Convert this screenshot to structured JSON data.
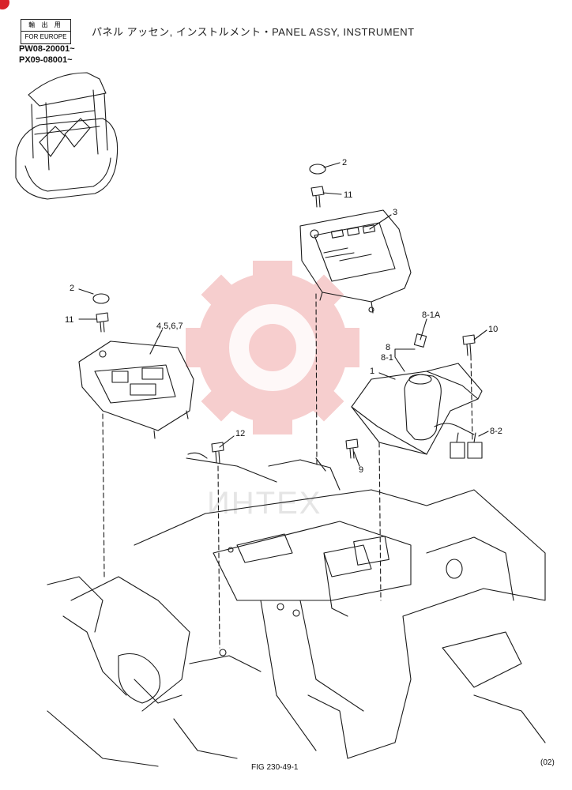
{
  "header": {
    "export_label_jp": "輸 出 用",
    "export_label_en": "FOR EUROPE",
    "title": "パネル アッセン, インストルメント・PANEL ASSY, INSTRUMENT",
    "serials": [
      "PW08-20001~",
      "PX09-08001~"
    ]
  },
  "callouts": [
    {
      "id": "c2a",
      "text": "2"
    },
    {
      "id": "c11a",
      "text": "11"
    },
    {
      "id": "c3",
      "text": "3"
    },
    {
      "id": "c2b",
      "text": "2"
    },
    {
      "id": "c11b",
      "text": "11"
    },
    {
      "id": "c4567",
      "text": "4,5,6,7"
    },
    {
      "id": "c81a",
      "text": "8-1A"
    },
    {
      "id": "c8",
      "text": "8"
    },
    {
      "id": "c81",
      "text": "8-1"
    },
    {
      "id": "c10",
      "text": "10"
    },
    {
      "id": "c1",
      "text": "1"
    },
    {
      "id": "c82",
      "text": "8-2"
    },
    {
      "id": "c12",
      "text": "12"
    },
    {
      "id": "c9",
      "text": "9"
    }
  ],
  "watermark": "ИНТЕХ",
  "footer": {
    "figure": "FIG 230-49-1",
    "page": "(02)"
  },
  "colors": {
    "line": "#1a1a1a",
    "watermark_red": "#f6c9c9",
    "badge": "#d8232a"
  }
}
